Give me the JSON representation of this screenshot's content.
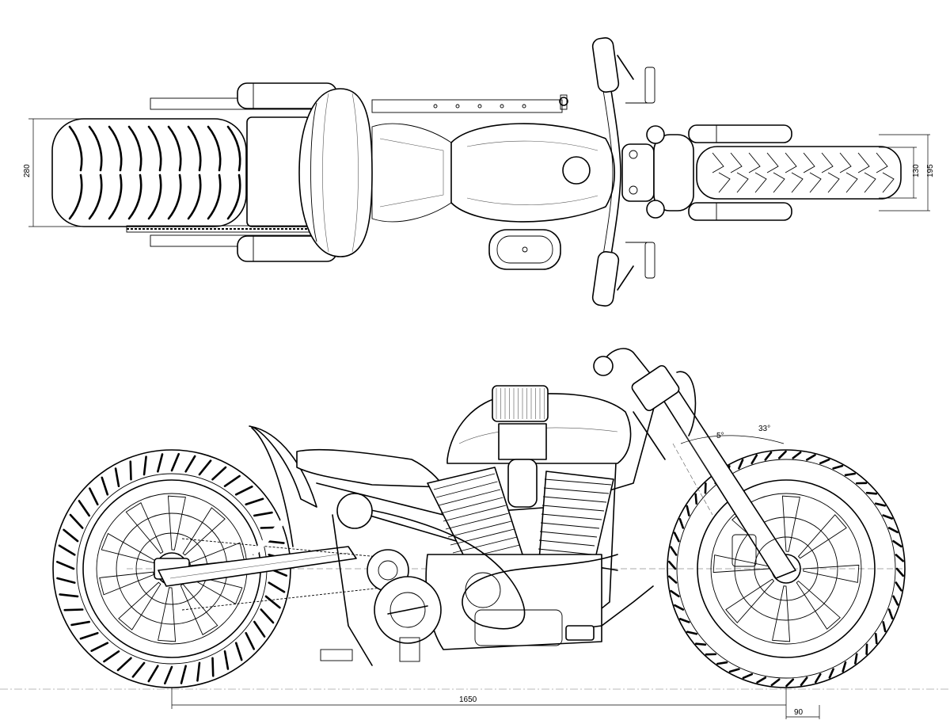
{
  "dimensions": {
    "top_height": "280",
    "front_inner": "130",
    "front_outer": "195",
    "wheelbase": "1650",
    "trail": "90",
    "rake_small": "5°",
    "rake_large": "33°"
  }
}
